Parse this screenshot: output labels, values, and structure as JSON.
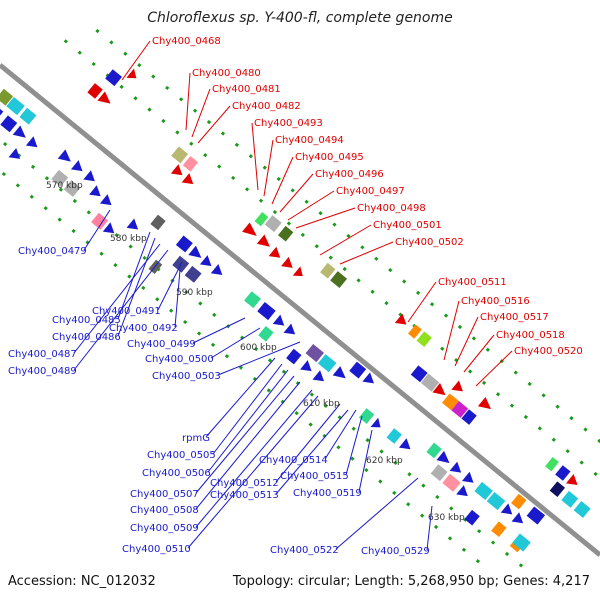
{
  "title": "Chloroflexus sp. Y-400-fl, complete genome",
  "accession": "Accession: NC_012032",
  "topology": "Topology: circular; Length: 5,268,950 bp; Genes: 4,217",
  "colors": {
    "red_label": "#e00000",
    "blue_label": "#1a1acc",
    "backbone": "#909090",
    "tick": "#1a9a1a"
  },
  "kbp_labels": [
    "570 kbp",
    "580 kbp",
    "590 kbp",
    "600 kbp",
    "610 kbp",
    "620 kbp",
    "630 kbp"
  ],
  "red_genes": [
    "Chy400_0468",
    "Chy400_0480",
    "Chy400_0481",
    "Chy400_0482",
    "Chy400_0493",
    "Chy400_0494",
    "Chy400_0495",
    "Chy400_0496",
    "Chy400_0497",
    "Chy400_0498",
    "Chy400_0501",
    "Chy400_0502",
    "Chy400_0511",
    "Chy400_0516",
    "Chy400_0517",
    "Chy400_0518",
    "Chy400_0520"
  ],
  "blue_genes": [
    "Chy400_0479",
    "Chy400_0485",
    "Chy400_0486",
    "Chy400_0487",
    "Chy400_0489",
    "Chy400_0491",
    "Chy400_0492",
    "Chy400_0499",
    "Chy400_0500",
    "Chy400_0503",
    "rpmG",
    "Chy400_0505",
    "Chy400_0506",
    "Chy400_0507",
    "Chy400_0508",
    "Chy400_0509",
    "Chy400_0510",
    "Chy400_0512",
    "Chy400_0513",
    "Chy400_0514",
    "Chy400_0515",
    "Chy400_0519",
    "Chy400_0522",
    "Chy400_0529"
  ]
}
